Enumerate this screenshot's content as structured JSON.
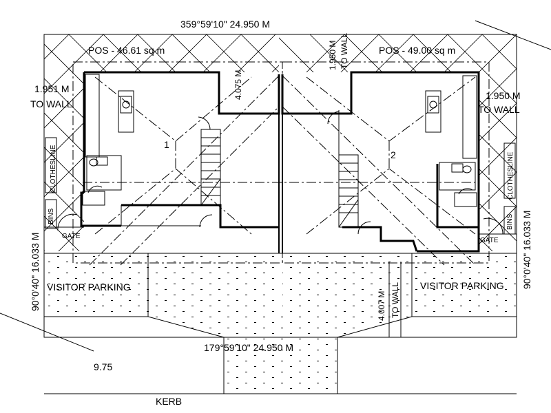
{
  "plan": {
    "top_boundary": "359°59'10\"  24.950 M",
    "bottom_boundary": "179°59'10\"  24.950 M",
    "left_boundary": "90°0'40\"  16.033 M",
    "right_boundary": "90°0'40\"  16.033 M",
    "pos_left": "POS - 46.61 sq m",
    "pos_right": "POS - 49.00 sq m",
    "setback_left_value": "1.951 M",
    "setback_left_label": "TO WALL",
    "setback_right_value": "1.950 M",
    "setback_right_label": "TO WALL",
    "top_mid_value": "1.950 M",
    "top_mid_label": "TO WALL",
    "rear_dim_left": "4.075 M",
    "front_dim_value": "4.007 M",
    "front_dim_label": "TO WALL",
    "unit_1": "1",
    "unit_2": "2",
    "clothesline": "CLOTHESLINE",
    "bins": "BINS",
    "gate": "GATE",
    "visitor_parking_left": "VISITOR PARKING",
    "visitor_parking_right": "VISITOR PARKING",
    "corner_dim": "9.75",
    "kerb": "KERB"
  }
}
